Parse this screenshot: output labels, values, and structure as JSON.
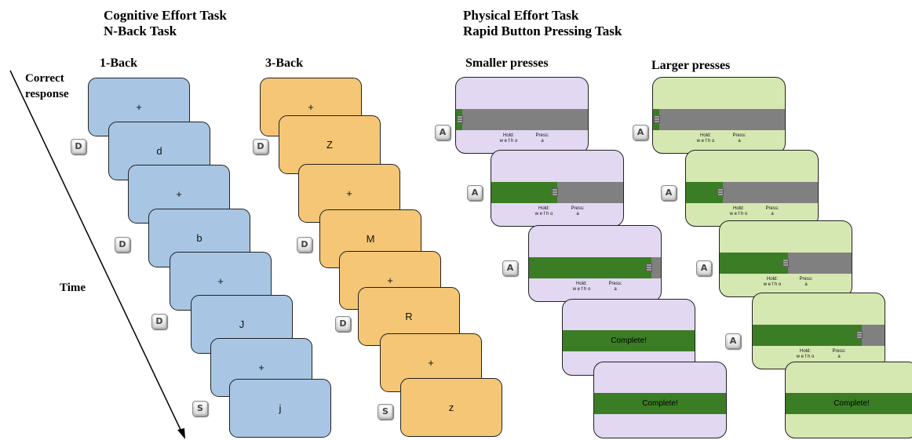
{
  "cognitive": {
    "title": "Cognitive Effort Task",
    "subtitle": "N-Back Task",
    "one_back": {
      "label": "1-Back",
      "stimuli": [
        "+",
        "d",
        "+",
        "b",
        "+",
        "J",
        "+",
        "j"
      ],
      "responses": [
        "D",
        "D",
        "D",
        "S"
      ]
    },
    "three_back": {
      "label": "3-Back",
      "stimuli": [
        "+",
        "Z",
        "+",
        "M",
        "+",
        "R",
        "+",
        "z"
      ],
      "responses": [
        "D",
        "D",
        "D",
        "S"
      ]
    }
  },
  "physical": {
    "title": "Physical Effort Task",
    "subtitle": "Rapid Button Pressing Task",
    "hold_label": "Hold:",
    "hold_keys": "w e f h o",
    "press_label": "Press:",
    "press_key": "a",
    "complete_text": "Complete!",
    "smaller": {
      "label": "Smaller presses",
      "progress": [
        0.05,
        0.5,
        0.93,
        1.0,
        1.0
      ],
      "responses": [
        "A",
        "A",
        "A"
      ]
    },
    "larger": {
      "label": "Larger presses",
      "progress": [
        0.05,
        0.28,
        0.52,
        0.83,
        1.0
      ],
      "responses": [
        "A",
        "A",
        "A",
        "A"
      ]
    }
  },
  "axis": {
    "correct_response_label": "Correct response",
    "time_label": "Time"
  },
  "colors": {
    "one_back_card": "#a8c6e4",
    "three_back_card": "#f4c676",
    "smaller_card": "#e2d8f2",
    "larger_card": "#d6e8b2",
    "progress_fill": "#3a7d24",
    "progress_track": "#808080"
  }
}
